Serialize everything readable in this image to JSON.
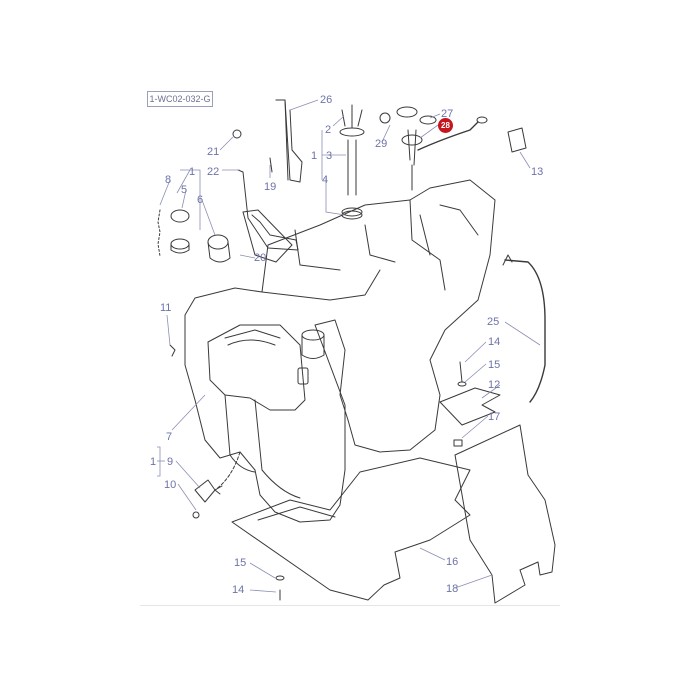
{
  "diagram": {
    "reference_code": "1-WC02-032-G",
    "callouts": [
      {
        "id": "c26",
        "text": "26"
      },
      {
        "id": "c2",
        "text": "2"
      },
      {
        "id": "c1a",
        "text": "1"
      },
      {
        "id": "c3",
        "text": "3"
      },
      {
        "id": "c29",
        "text": "29"
      },
      {
        "id": "c27",
        "text": "27"
      },
      {
        "id": "c28",
        "text": "28",
        "highlight": true
      },
      {
        "id": "c13",
        "text": "13"
      },
      {
        "id": "c21",
        "text": "21"
      },
      {
        "id": "c22",
        "text": "22"
      },
      {
        "id": "c1b",
        "text": "1"
      },
      {
        "id": "c19",
        "text": "19"
      },
      {
        "id": "c4",
        "text": "4"
      },
      {
        "id": "c8",
        "text": "8"
      },
      {
        "id": "c5",
        "text": "5"
      },
      {
        "id": "c6",
        "text": "6"
      },
      {
        "id": "c20",
        "text": "20"
      },
      {
        "id": "c11",
        "text": "11"
      },
      {
        "id": "c25",
        "text": "25"
      },
      {
        "id": "c14a",
        "text": "14"
      },
      {
        "id": "c15a",
        "text": "15"
      },
      {
        "id": "c12",
        "text": "12"
      },
      {
        "id": "c17",
        "text": "17"
      },
      {
        "id": "c7",
        "text": "7"
      },
      {
        "id": "c1c",
        "text": "1"
      },
      {
        "id": "c9",
        "text": "9"
      },
      {
        "id": "c10",
        "text": "10"
      },
      {
        "id": "c16",
        "text": "16"
      },
      {
        "id": "c15b",
        "text": "15"
      },
      {
        "id": "c14b",
        "text": "14"
      },
      {
        "id": "c18",
        "text": "18"
      }
    ],
    "colors": {
      "line": "#3a3a3a",
      "callout_text": "#6d73a8",
      "leader": "#8a8fb5",
      "highlight": "#c4161c"
    }
  }
}
